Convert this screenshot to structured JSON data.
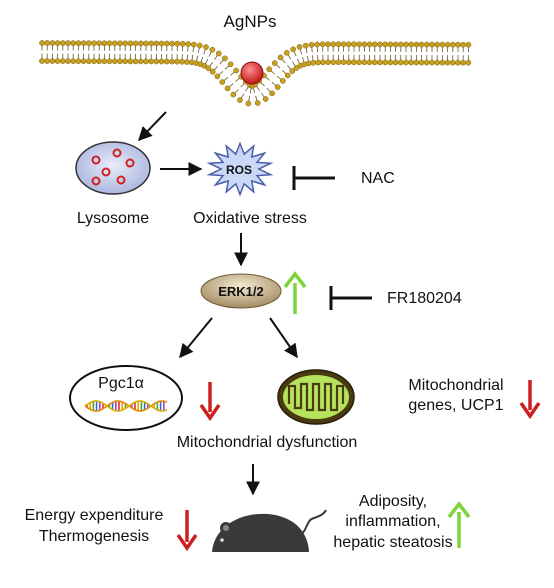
{
  "labels": {
    "top": "AgNPs",
    "lysosome": "Lysosome",
    "ros": "ROS",
    "oxidative_stress": "Oxidative stress",
    "nac": "NAC",
    "erk": "ERK1/2",
    "fr": "FR180204",
    "pgc": "Pgc1α",
    "mito_genes_line1": "Mitochondrial",
    "mito_genes_line2": "genes, UCP1",
    "mito_dysfunction": "Mitochondrial dysfunction",
    "energy_line1": "Energy expenditure",
    "energy_line2": "Thermogenesis",
    "adiposity_line1": "Adiposity,",
    "adiposity_line2": "inflammation,",
    "adiposity_line3": "hepatic steatosis"
  },
  "colors": {
    "membrane_head": "#c8a020",
    "particle": "#e0262a",
    "ros_fill": "#c9d8f5",
    "erk_fill": "#cdb78e",
    "arrow_up": "#7dd33a",
    "arrow_down": "#cc1f1f",
    "mito_fill": "#b6e35c"
  },
  "icons": {
    "membrane": "lipid-bilayer-icon",
    "lysosome": "lysosome-icon",
    "ros": "ros-burst-icon",
    "erk": "erk-oval-icon",
    "dna": "dna-helix-icon",
    "mitochondrion": "mitochondrion-icon",
    "mouse": "mouse-icon"
  }
}
